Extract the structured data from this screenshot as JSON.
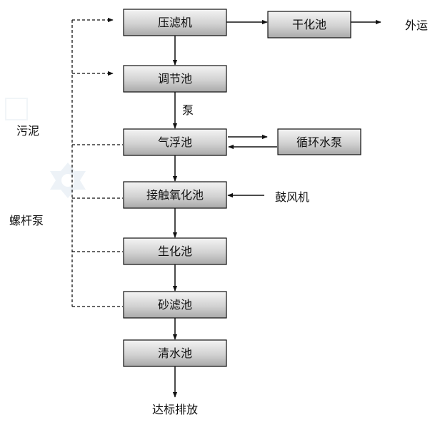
{
  "colors": {
    "box_gradient_top": "#f4f4f4",
    "box_gradient_mid": "#d2d2d2",
    "box_gradient_bottom": "#a9a9a9",
    "stroke": "#111111",
    "watermark": "#dfe9f2"
  },
  "process": {
    "filter_press": "压滤机",
    "drying_pond": "干化池",
    "regulating_pond": "调节池",
    "flotation_pond": "气浮池",
    "circulating_pump": "循环水泵",
    "contact_oxidation_pond": "接触氧化池",
    "biochemical_pond": "生化池",
    "sand_filter_pond": "砂滤池",
    "clear_water_pond": "清水池"
  },
  "labels": {
    "outbound": "外运",
    "pump": "泵",
    "sludge": "污泥",
    "blower": "鼓风机",
    "screw_pump": "螺杆泵",
    "discharge": "达标排放"
  }
}
